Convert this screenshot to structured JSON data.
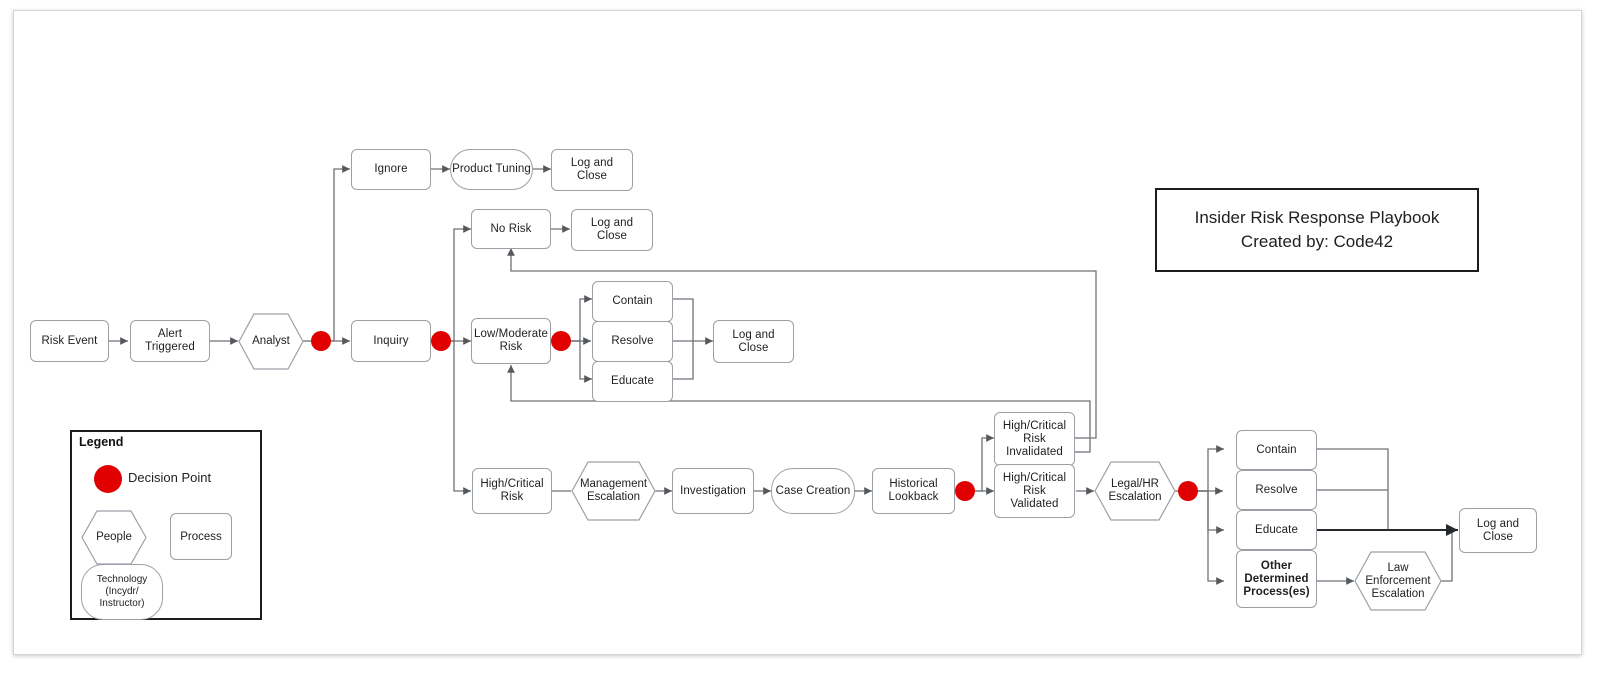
{
  "title_box": {
    "line1": "Insider Risk Response Playbook",
    "line2": "Created by: Code42"
  },
  "legend": {
    "heading": "Legend",
    "decision_point_label": "Decision Point",
    "people_label": "People",
    "process_label": "Process",
    "technology_label": "Technology (Incydr/ Instructor)",
    "technology_line1": "Technology",
    "technology_line2": "(Incydr/",
    "technology_line3": "Instructor)",
    "decision_point_color": "#e00000"
  },
  "nodes": {
    "risk_event": "Risk Event",
    "alert_triggered_l1": "Alert",
    "alert_triggered_l2": "Triggered",
    "analyst": "Analyst",
    "ignore": "Ignore",
    "product_tuning": "Product Tuning",
    "log_close_top_l1": "Log and",
    "log_close_top_l2": "Close",
    "inquiry": "Inquiry",
    "no_risk": "No Risk",
    "log_close_norisk_l1": "Log and",
    "log_close_norisk_l2": "Close",
    "low_mod_risk_l1": "Low/Moderate",
    "low_mod_risk_l2": "Risk",
    "contain_mid": "Contain",
    "resolve_mid": "Resolve",
    "educate_mid": "Educate",
    "log_close_mid_l1": "Log and",
    "log_close_mid_l2": "Close",
    "high_crit_risk_l1": "High/Critical",
    "high_crit_risk_l2": "Risk",
    "mgmt_escalation_l1": "Management",
    "mgmt_escalation_l2": "Escalation",
    "investigation": "Investigation",
    "case_creation": "Case Creation",
    "historical_lookback_l1": "Historical",
    "historical_lookback_l2": "Lookback",
    "hcr_invalidated_l1": "High/Critical",
    "hcr_invalidated_l2": "Risk",
    "hcr_invalidated_l3": "Invalidated",
    "hcr_validated_l1": "High/Critical",
    "hcr_validated_l2": "Risk",
    "hcr_validated_l3": "Validated",
    "legal_hr_l1": "Legal/HR",
    "legal_hr_l2": "Escalation",
    "contain_right": "Contain",
    "resolve_right": "Resolve",
    "educate_right": "Educate",
    "other_determined_l1": "Other",
    "other_determined_l2": "Determined",
    "other_determined_l3": "Process(es)",
    "law_enforcement_l1": "Law",
    "law_enforcement_l2": "Enforcement",
    "law_enforcement_l3": "Escalation",
    "log_close_final_l1": "Log and",
    "log_close_final_l2": "Close"
  },
  "colors": {
    "decision": "#e00000",
    "node_border": "#9aa0a6",
    "edge": "#6e7276",
    "text": "#1f1f1f",
    "frame": "#1c1c1c"
  }
}
